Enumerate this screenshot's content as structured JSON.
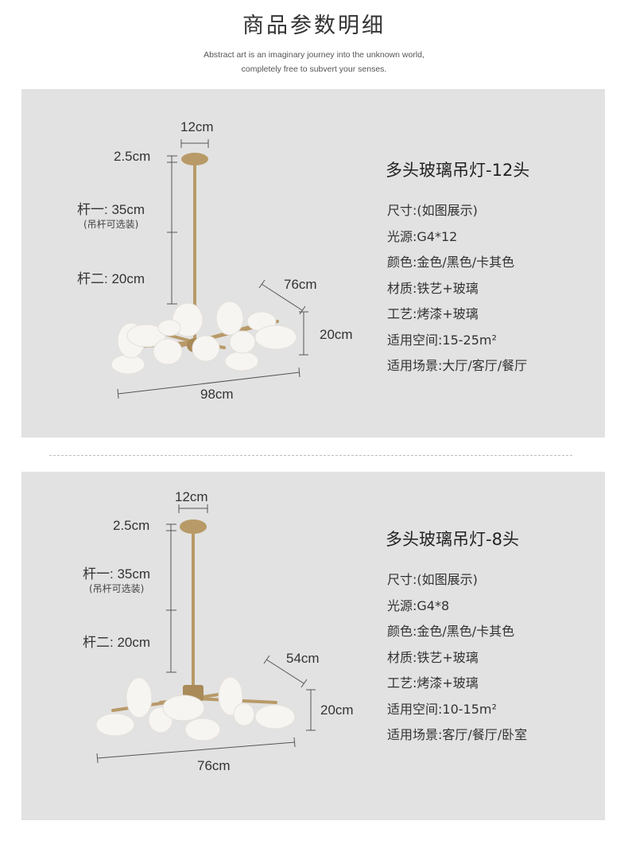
{
  "header": {
    "title": "商品参数明细",
    "subtitle_line1": "Abstract art is an imaginary journey into the unknown world,",
    "subtitle_line2": "completely free to subvert your senses."
  },
  "colors": {
    "panel_bg": "#e2e2e2",
    "brass": "#b89a68",
    "glass": "#f7f5f2",
    "dim_line": "#555555"
  },
  "products": [
    {
      "canopy_width": "12cm",
      "canopy_height": "2.5cm",
      "rod_one": "杆一: 35cm",
      "rod_one_note": "(吊杆可选装)",
      "rod_two": "杆二: 20cm",
      "depth": "76cm",
      "height": "20cm",
      "width": "98cm",
      "title": "多头玻璃吊灯-12头",
      "specs": [
        "尺寸:(如图展示)",
        "光源:G4*12",
        "颜色:金色/黑色/卡其色",
        "材质:铁艺+玻璃",
        "工艺:烤漆+玻璃",
        "适用空间:15-25m²",
        "适用场景:大厅/客厅/餐厅"
      ]
    },
    {
      "canopy_width": "12cm",
      "canopy_height": "2.5cm",
      "rod_one": "杆一: 35cm",
      "rod_one_note": "(吊杆可选装)",
      "rod_two": "杆二: 20cm",
      "depth": "54cm",
      "height": "20cm",
      "width": "76cm",
      "title": "多头玻璃吊灯-8头",
      "specs": [
        "尺寸:(如图展示)",
        "光源:G4*8",
        "颜色:金色/黑色/卡其色",
        "材质:铁艺+玻璃",
        "工艺:烤漆+玻璃",
        "适用空间:10-15m²",
        "适用场景:客厅/餐厅/卧室"
      ]
    }
  ]
}
